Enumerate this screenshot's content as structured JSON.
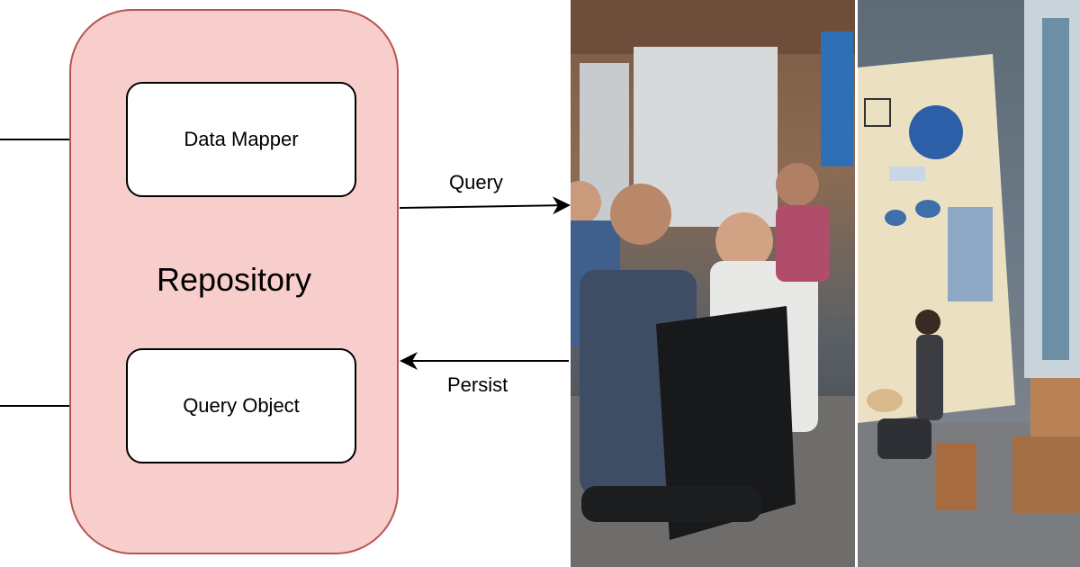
{
  "diagram": {
    "container": {
      "label": "Repository"
    },
    "components": [
      {
        "label": "Data Mapper"
      },
      {
        "label": "Query Object"
      }
    ],
    "edges": [
      {
        "label": "Query"
      },
      {
        "label": "Persist"
      }
    ],
    "colors": {
      "container_fill": "#f8cecc",
      "container_border": "#b85450",
      "box_fill": "#ffffff",
      "stroke": "#000000"
    }
  },
  "photos": [
    {
      "subject": "office-meeting-photo"
    },
    {
      "subject": "painter-illustration"
    }
  ]
}
